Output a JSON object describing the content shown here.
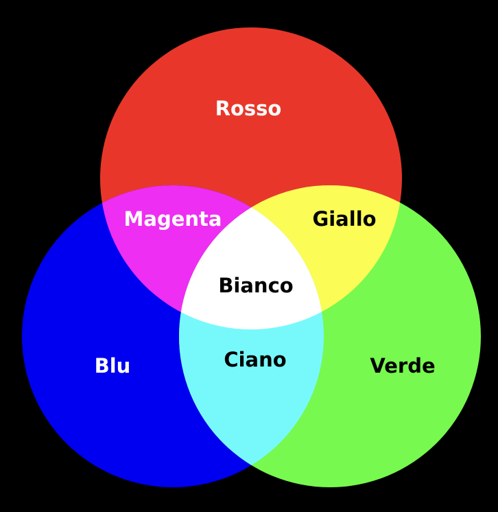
{
  "title": "Additive color mixing (RGB)",
  "colors": {
    "background": "#000000",
    "red": "#e8372a",
    "green": "#77f94f",
    "blue": "#0000f0",
    "magenta": "#ee2ef2",
    "yellow": "#fbfc56",
    "cyan": "#77f9fc",
    "white": "#ffffff"
  },
  "labels": {
    "red": "Rosso",
    "green": "Verde",
    "blue": "Blu",
    "magenta": "Magenta",
    "yellow": "Giallo",
    "cyan": "Ciano",
    "white": "Bianco"
  }
}
